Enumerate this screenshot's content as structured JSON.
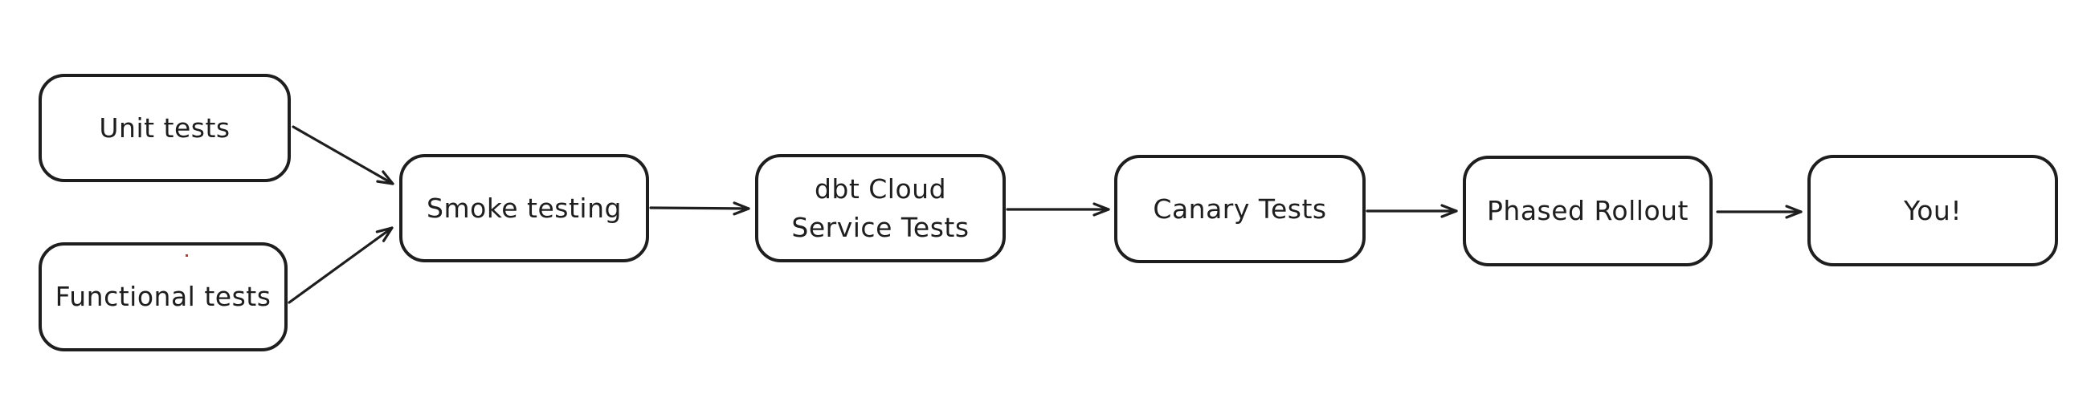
{
  "diagram": {
    "title": "Testing and rollout pipeline flowchart",
    "background_color": "#ffffff",
    "stroke_color": "#1e1e1e",
    "text_color": "#1e1e1e",
    "artifact_dot_color": "#c0392b",
    "nodes": [
      {
        "id": "unit-tests",
        "label": "Unit tests"
      },
      {
        "id": "functional-tests",
        "label": "Functional tests"
      },
      {
        "id": "smoke-testing",
        "label": "Smoke testing"
      },
      {
        "id": "dbt-cloud-service-tests",
        "label": "dbt Cloud\nService Tests"
      },
      {
        "id": "canary-tests",
        "label": "Canary Tests"
      },
      {
        "id": "phased-rollout",
        "label": "Phased Rollout"
      },
      {
        "id": "you",
        "label": "You!"
      }
    ],
    "edges": [
      {
        "from": "unit-tests",
        "to": "smoke-testing"
      },
      {
        "from": "functional-tests",
        "to": "smoke-testing"
      },
      {
        "from": "smoke-testing",
        "to": "dbt-cloud-service-tests"
      },
      {
        "from": "dbt-cloud-service-tests",
        "to": "canary-tests"
      },
      {
        "from": "canary-tests",
        "to": "phased-rollout"
      },
      {
        "from": "phased-rollout",
        "to": "you"
      }
    ]
  }
}
